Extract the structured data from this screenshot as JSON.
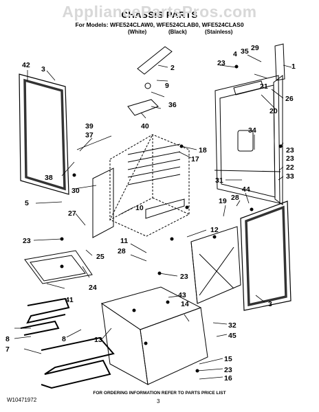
{
  "watermark": "AppliancePartsPros.com",
  "header": {
    "title": "CHASSIS PARTS",
    "models": "For Models: WFE524CLAW0, WFE524CLAB0, WFE524CLAS0",
    "finishes": [
      "(White)",
      "(Black)",
      "(Stainless)"
    ]
  },
  "callouts": [
    "42",
    "3",
    "2",
    "9",
    "36",
    "40",
    "35",
    "29",
    "23",
    "4",
    "1",
    "21",
    "26",
    "20",
    "34",
    "18",
    "17",
    "39",
    "37",
    "38",
    "30",
    "5",
    "27",
    "10",
    "23",
    "25",
    "11",
    "28",
    "23",
    "24",
    "41",
    "8",
    "8",
    "7",
    "13",
    "43",
    "14",
    "32",
    "45",
    "15",
    "23",
    "16",
    "23",
    "22",
    "33",
    "31",
    "44",
    "28",
    "19",
    "12",
    "3",
    "23"
  ],
  "footer": {
    "doc_number": "W10471972",
    "instructions": "FOR ORDERING INFORMATION REFER TO PARTS PRICE LIST",
    "page": "3"
  }
}
